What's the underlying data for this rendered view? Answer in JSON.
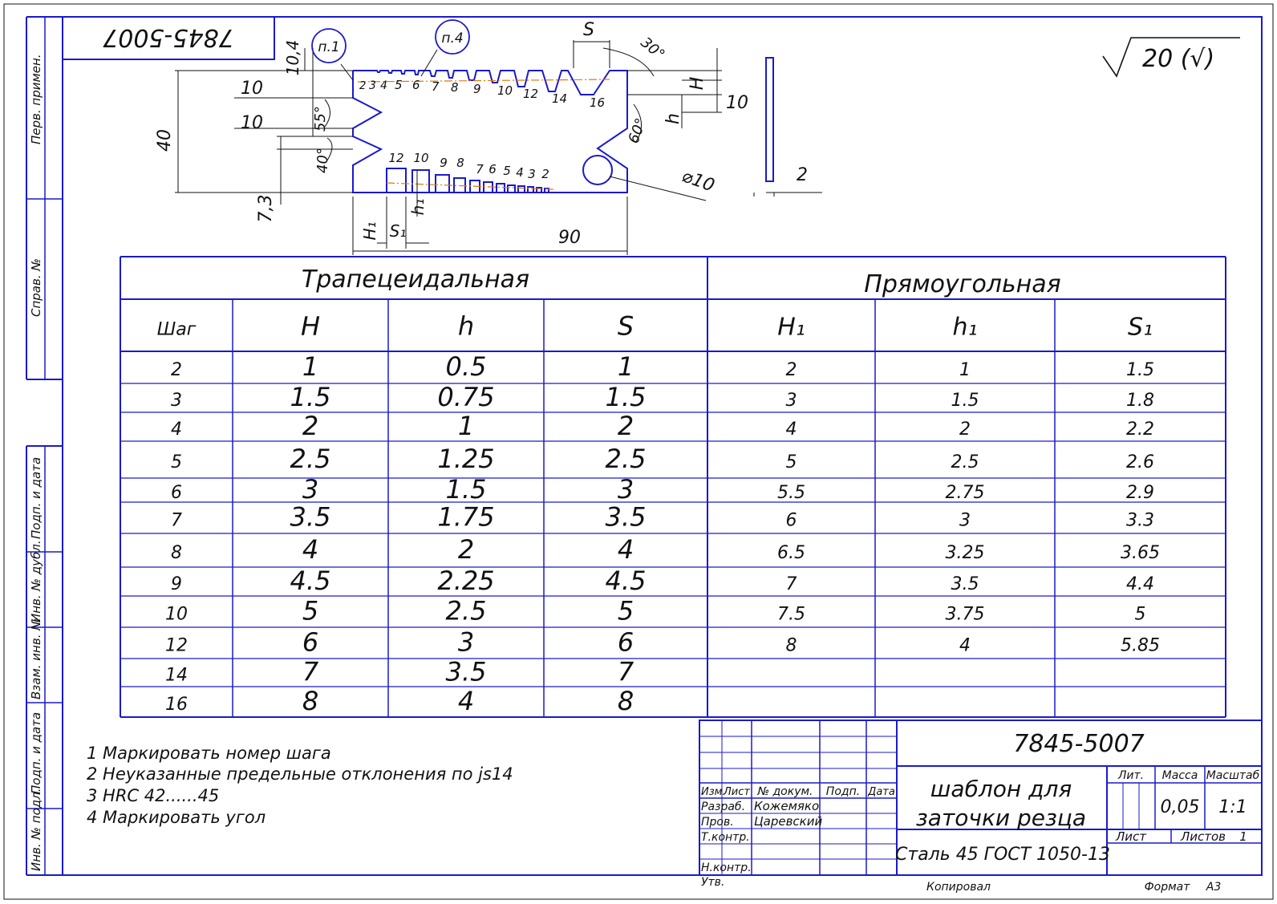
{
  "stamp_top": {
    "code_mirrored": "7845-5007"
  },
  "roughness": {
    "value": "20 (√)"
  },
  "side_strip": {
    "labels": [
      "Перв. примен.",
      "Справ. №",
      "Подп. и дата",
      "Инв. № дубл.",
      "Взам. инв. №",
      "Подп. и дата",
      "Инв. № подл."
    ]
  },
  "drawing": {
    "callouts": [
      "п.1",
      "п.4"
    ],
    "dims": {
      "height_40": "40",
      "d10a": "10",
      "d10b": "10",
      "d7_3": "7,3",
      "d10_4": "10,4",
      "a55": "55°",
      "a40": "40°",
      "a30": "30°",
      "a60": "60°",
      "S": "S",
      "H": "H",
      "h": "h",
      "d10c": "10",
      "dia10": "⌀10",
      "H1": "H₁",
      "S1": "S₁",
      "h1": "h₁",
      "len90": "90",
      "thick2": "2"
    },
    "top_teeth_numbers": [
      "2",
      "3",
      "4",
      "5",
      "6",
      "7",
      "8",
      "9",
      "10",
      "12",
      "14",
      "16"
    ],
    "bottom_teeth_numbers": [
      "12",
      "10",
      "9",
      "8",
      "7",
      "6",
      "5",
      "4",
      "3",
      "2"
    ]
  },
  "table": {
    "group_headers": [
      "Трапецеидальная",
      "Прямоугольная"
    ],
    "columns": [
      "Шаг",
      "H",
      "h",
      "S",
      "H₁",
      "h₁",
      "S₁"
    ],
    "rows": [
      [
        "2",
        "1",
        "0.5",
        "1",
        "2",
        "1",
        "1.5"
      ],
      [
        "3",
        "1.5",
        "0.75",
        "1.5",
        "3",
        "1.5",
        "1.8"
      ],
      [
        "4",
        "2",
        "1",
        "2",
        "4",
        "2",
        "2.2"
      ],
      [
        "5",
        "2.5",
        "1.25",
        "2.5",
        "5",
        "2.5",
        "2.6"
      ],
      [
        "6",
        "3",
        "1.5",
        "3",
        "5.5",
        "2.75",
        "2.9"
      ],
      [
        "7",
        "3.5",
        "1.75",
        "3.5",
        "6",
        "3",
        "3.3"
      ],
      [
        "8",
        "4",
        "2",
        "4",
        "6.5",
        "3.25",
        "3.65"
      ],
      [
        "9",
        "4.5",
        "2.25",
        "4.5",
        "7",
        "3.5",
        "4.4"
      ],
      [
        "10",
        "5",
        "2.5",
        "5",
        "7.5",
        "3.75",
        "5"
      ],
      [
        "12",
        "6",
        "3",
        "6",
        "8",
        "4",
        "5.85"
      ],
      [
        "14",
        "7",
        "3.5",
        "7",
        "",
        "",
        ""
      ],
      [
        "16",
        "8",
        "4",
        "8",
        "",
        "",
        ""
      ]
    ]
  },
  "notes": [
    "1 Маркировать номер шага",
    "2 Неуказанные предельные отклонения по js14",
    "3 HRC 42......45",
    "4 Маркировать угол"
  ],
  "title_block": {
    "doc_code": "7845-5007",
    "title_line1": "шаблон для",
    "title_line2": "заточки резца",
    "material": "Сталь 45  ГОСТ 1050-13",
    "col_izm": "Изм.",
    "col_list": "Лист",
    "col_ndokum": "№ докум.",
    "col_podp": "Подп.",
    "col_data": "Дата",
    "razrab": "Разраб.",
    "razrab_name": "Кожемяко",
    "prov": "Пров.",
    "prov_name": "Царевский",
    "tkontr": "Т.контр.",
    "nkontr": "Н.контр.",
    "utv": "Утв.",
    "lit": "Лит.",
    "massa": "Масса",
    "masshtab": "Масштаб",
    "massa_value": "0,05",
    "masshtab_value": "1:1",
    "sheet_label": "Лист",
    "sheets_label": "Листов",
    "sheets_value": "1",
    "kopiroval": "Копировал",
    "format_label": "Формат",
    "format_value": "А3"
  }
}
